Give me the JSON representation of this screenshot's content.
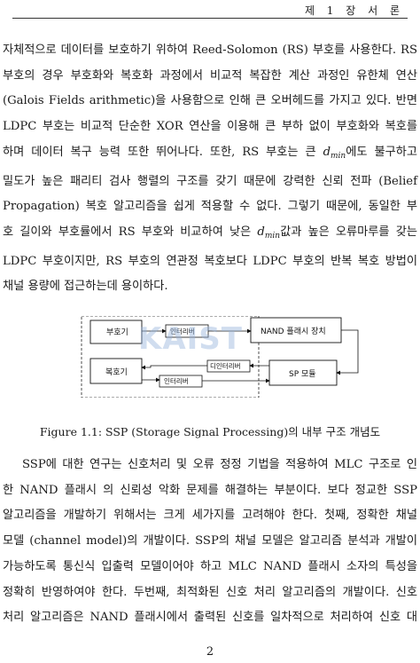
{
  "header": {
    "chapter_title": "제 1 장 서 론"
  },
  "paragraph1": {
    "lines": [
      "자체적으로 데이터를 보호하기 위하여 Reed-Solomon (RS) 부호를 사용한다. RS",
      "부호의 경우 부호화와 복호화 과정에서 비교적 복잡한 계산 과정인 유한체 연산",
      "(Galois Fields arithmetic)을 사용함으로 인해 큰 오버헤드를 가지고 있다. 반면",
      "LDPC 부호는 비교적 단순한 XOR 연산을 이용해 큰 부하 없이 부호화와 복호를",
      "하며 데이터 복구 능력 또한 뛰어나다. 또한, RS 부호는 큰 ",
      "밀도가 높은 패리티 검사 행렬의 구조를 갖기 때문에 강력한 신뢰 전파 (Belief",
      "Propagation) 복호 알고리즘을 쉽게 적용할 수 없다. 그렇기 때문에, 동일한 부",
      "호 길이와 부호률에서 RS 부호와 비교하여 낮은 ",
      "LDPC 부호이지만, RS 부호의 연관정 복호보다 LDPC 부호의 반복 복호 방법이",
      "채널 용량에 접근하는데 용이하다."
    ],
    "line5_tail": "에도 불구하고",
    "line8_tail": "값과 높은 오류마루를 갖는",
    "dmin_base": "d",
    "dmin_sub": "min"
  },
  "figure": {
    "encoder": "부호기",
    "interleaver_top": "인터리버",
    "nand_device": "NAND 플래시 장치",
    "decoder": "복호기",
    "deinterleaver": "디인터리버",
    "interleaver_bottom": "인터리버",
    "sp_module": "SP 모듈",
    "watermark": "KAIST",
    "caption": "Figure 1.1: SSP (Storage Signal Processing)의 내부 구조 개념도"
  },
  "paragraph2": {
    "lines": [
      "SSP에 대한 연구는 신호처리 및 오류 정정 기법을 적용하여 MLC 구조로 인",
      "한 NAND 플래시 의 신뢰성 악화 문제를 해결하는 부분이다. 보다 정교한 SSP",
      "알고리즘을 개발하기 위해서는 크게 세가지를 고려해야 한다. 첫째, 정확한 채널",
      "모델 (channel model)의 개발이다. SSP의 채널 모델은 알고리즘 분석과 개발이",
      "가능하도록 통신식 입출력 모델이어야 하고 MLC NAND 플래시 소자의 특성을",
      "정확히 반영하여야 한다. 두번째, 최적화된 신호 처리 알고리즘의 개발이다. 신호",
      "처리 알고리즘은 NAND 플래시에서 출력된 신호를 일차적으로 처리하여 신호 대"
    ]
  },
  "footer": {
    "page_number": "2"
  }
}
